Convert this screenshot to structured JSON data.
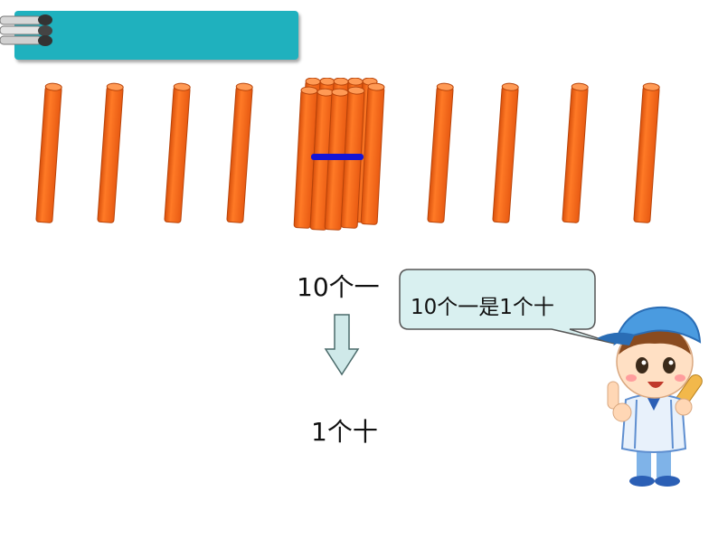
{
  "header": {
    "title": ""
  },
  "text": {
    "ten_ones": "10个一",
    "one_ten": "1个十",
    "speech": "10个一是1个十"
  },
  "icons": {
    "header_binder": "binder-clip-icon",
    "arrow": "down-arrow-icon",
    "character": "boy-with-bat-illustration"
  },
  "colors": {
    "header": "#1fb1be",
    "stick": "#f26b1d",
    "band": "#1515d6",
    "bubble_fill": "#d9f0f0",
    "arrow_fill": "#cfe9e9"
  },
  "sticks": {
    "left_count": 4,
    "bundle_count": 10,
    "right_count": 4
  }
}
